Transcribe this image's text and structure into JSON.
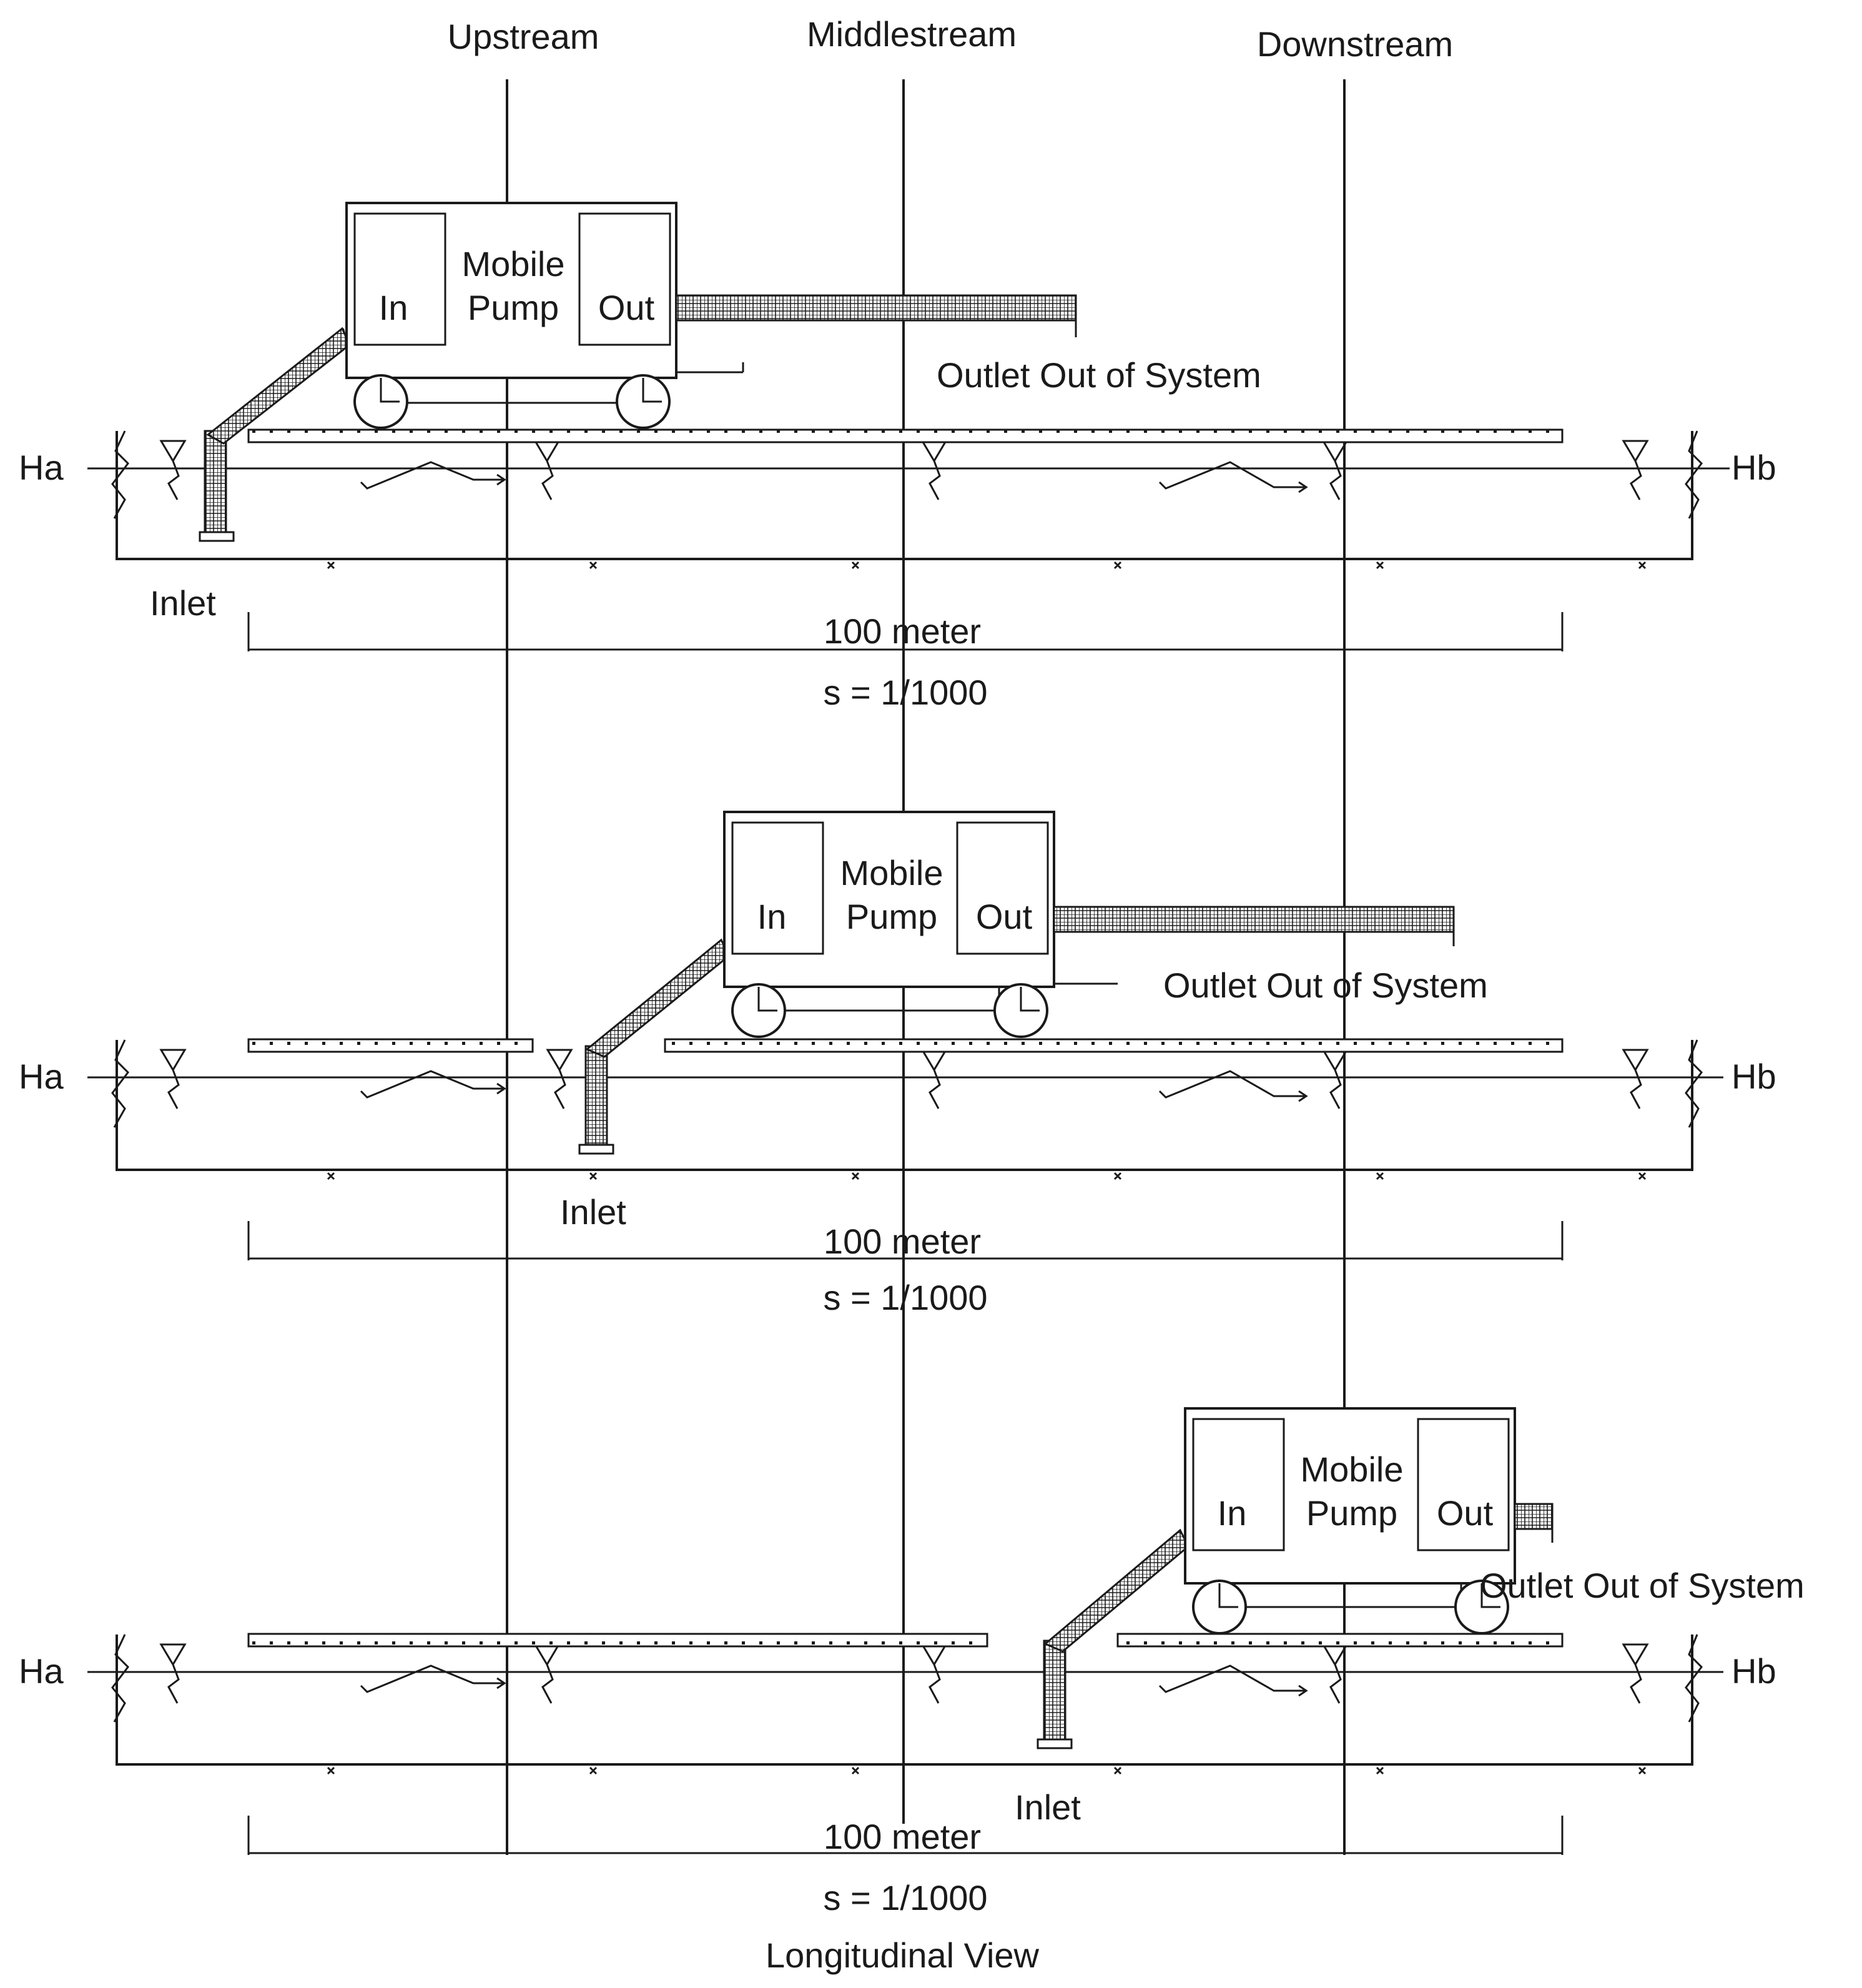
{
  "columns": {
    "upstream": "Upstream",
    "middlestream": "Middlestream",
    "downstream": "Downstream"
  },
  "panels": [
    {
      "pump": {
        "in_label": "In",
        "title_line1": "Mobile",
        "title_line2": "Pump",
        "out_label": "Out"
      },
      "outlet_label": "Outlet Out of System",
      "inlet_label": "Inlet",
      "left_level": "Ha",
      "right_level": "Hb",
      "distance_label": "100 meter",
      "slope_label": "s = 1/1000"
    },
    {
      "pump": {
        "in_label": "In",
        "title_line1": "Mobile",
        "title_line2": "Pump",
        "out_label": "Out"
      },
      "outlet_label": "Outlet Out of System",
      "inlet_label": "Inlet",
      "left_level": "Ha",
      "right_level": "Hb",
      "distance_label": "100 meter",
      "slope_label": "s = 1/1000"
    },
    {
      "pump": {
        "in_label": "In",
        "title_line1": "Mobile",
        "title_line2": "Pump",
        "out_label": "Out"
      },
      "outlet_label": "Outlet Out of System",
      "inlet_label": "Inlet",
      "left_level": "Ha",
      "right_level": "Hb",
      "distance_label": "100 meter",
      "slope_label": "s = 1/1000"
    }
  ],
  "caption": "Longitudinal View"
}
